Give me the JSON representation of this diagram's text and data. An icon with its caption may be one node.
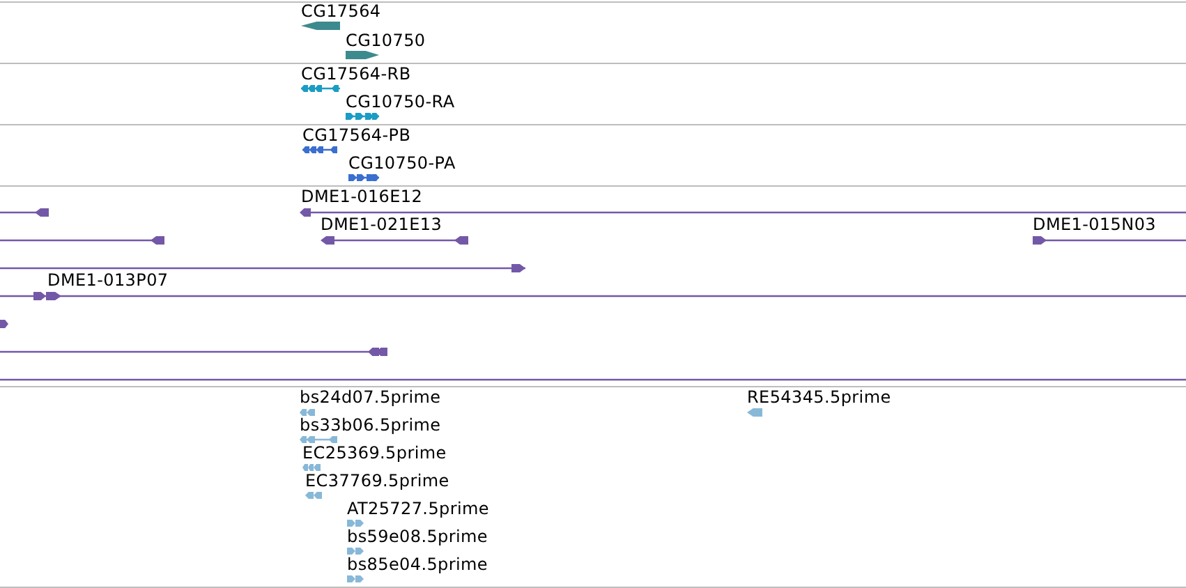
{
  "diagram": {
    "labels": [
      "CG17564",
      "CG10750",
      "CG17564-RB",
      "CG10750-RA",
      "CG17564-PB",
      "CG10750-PA",
      "DME1-016E12",
      "DME1-021E13",
      "DME1-015N03",
      "DME1-013P07",
      "bs24d07.5prime",
      "RE54345.5prime",
      "bs33b06.5prime",
      "EC25369.5prime",
      "EC37769.5prime",
      "AT25727.5prime",
      "bs59e08.5prime",
      "bs85e04.5prime"
    ]
  }
}
